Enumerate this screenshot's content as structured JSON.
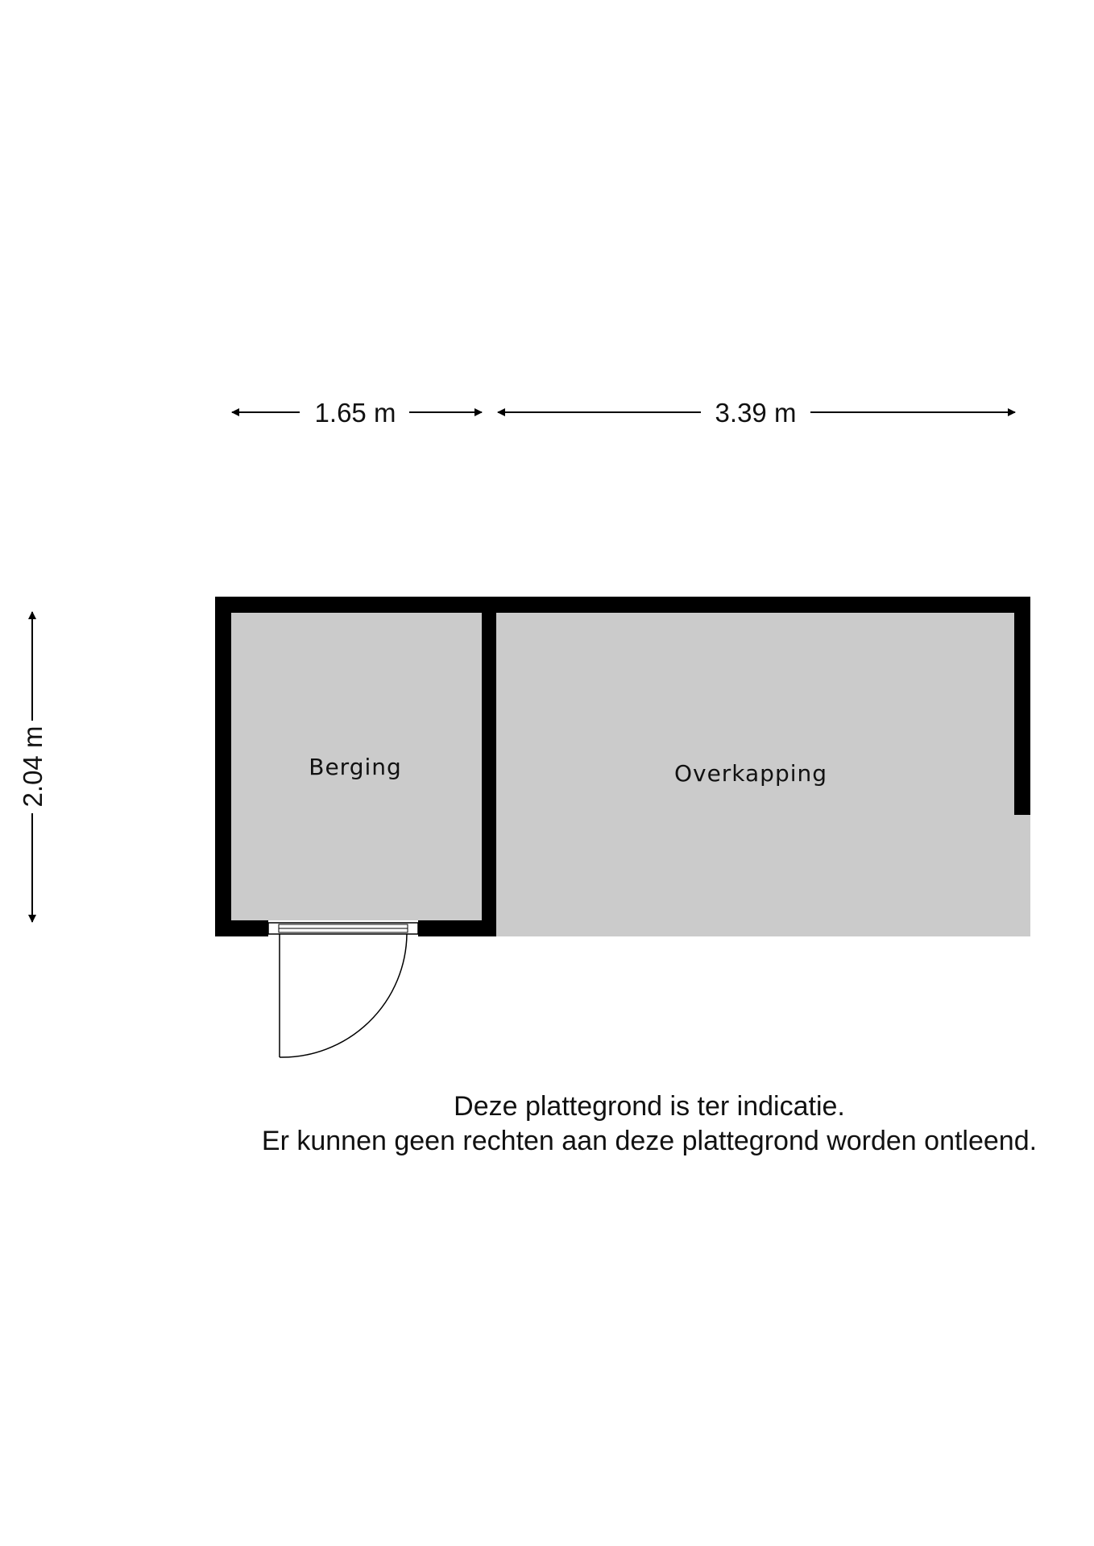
{
  "dimensions": {
    "berging_width": "1.65 m",
    "overkapping_width": "3.39 m",
    "depth": "2.04 m"
  },
  "rooms": [
    {
      "label": "Berging"
    },
    {
      "label": "Overkapping"
    }
  ],
  "disclaimer": {
    "line1": "Deze plattegrond is ter indicatie.",
    "line2": "Er kunnen geen rechten aan deze plattegrond worden ontleend."
  },
  "colors": {
    "floor": "#cbcbcb",
    "wall": "#000000"
  }
}
